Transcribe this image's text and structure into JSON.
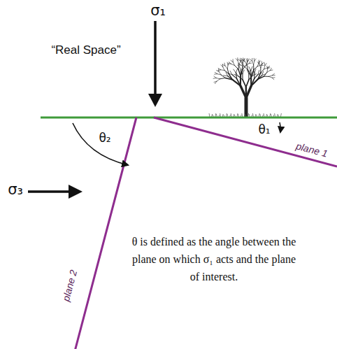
{
  "diagram": {
    "labels": [
      "“Real Space”",
      "σ₁",
      "θ₂",
      "θ₁",
      "plane 1",
      "σ₃",
      "θ is defined as the angle between the plane on which σ₁ acts and the plane of interest.",
      "plane 2"
    ]
  }
}
